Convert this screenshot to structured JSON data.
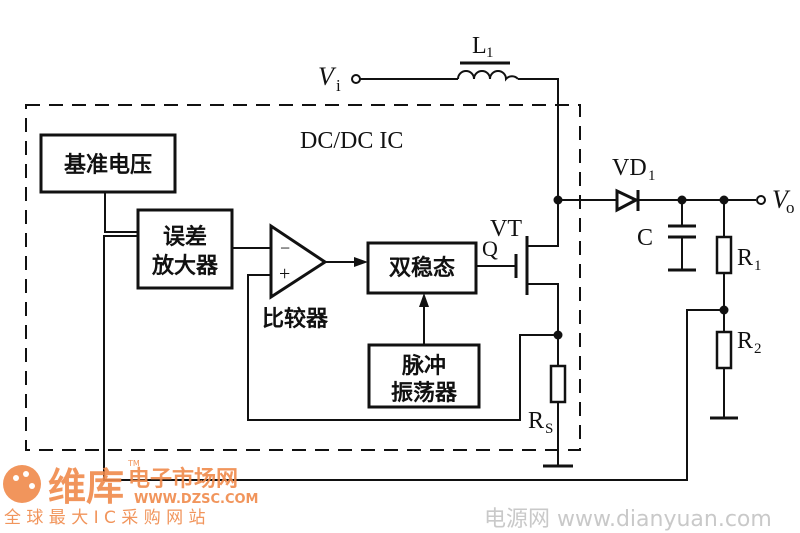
{
  "diagram": {
    "ic_label": "DC/DC   IC",
    "input": {
      "label": "V",
      "subscript": "i"
    },
    "output": {
      "label": "V",
      "subscript": "o"
    },
    "inductor": {
      "label": "L",
      "subscript": "1"
    },
    "diode": {
      "label": "VD",
      "subscript": "1"
    },
    "capacitor": {
      "label": "C"
    },
    "resistor_r1": {
      "label": "R",
      "subscript": "1"
    },
    "resistor_r2": {
      "label": "R",
      "subscript": "2"
    },
    "resistor_rs": {
      "label": "R",
      "subscript": "S"
    },
    "transistor": {
      "label": "VT",
      "gate_label": "Q"
    },
    "blocks": {
      "reference_voltage": "基准电压",
      "error_amp_line1": "误差",
      "error_amp_line2": "放大器",
      "flipflop": "双稳态",
      "oscillator_line1": "脉冲",
      "oscillator_line2": "振荡器",
      "comparator": "比较器"
    },
    "comparator_inputs": {
      "minus": "−",
      "plus": "+"
    }
  },
  "watermarks": {
    "dzsc_brand": "维库",
    "dzsc_tm": "TM",
    "dzsc_name": "电子市场网",
    "dzsc_url": "WWW.DZSC.COM",
    "dzsc_slogan": "全 球 最 大 I C 采 购 网 站",
    "dianyuan": "电源网 www.dianyuan.com"
  },
  "colors": {
    "ink": "#111111",
    "watermark_orange": "#f08a4b",
    "watermark_gray": "#c9c9c9"
  }
}
